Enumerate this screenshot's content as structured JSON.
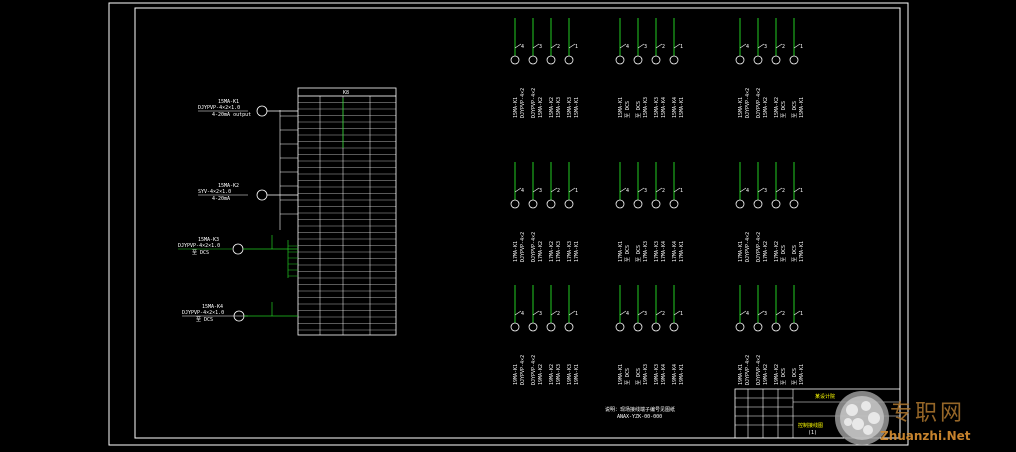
{
  "left_diagram": {
    "cabinet_label": "K8",
    "cables": [
      {
        "tag": "15MA-K1",
        "spec": "DJYPVP-4×2×1.0",
        "sub": "4-20mA output"
      },
      {
        "tag": "15MA-K2",
        "spec": "SYV-4×2×1.0",
        "sub": "4-20mA"
      },
      {
        "tag": "15MA-K3",
        "spec": "DJYPVP-4×2×1.0",
        "sub": "至 DCS"
      },
      {
        "tag": "15MA-K4",
        "spec": "DJYPVP-4×2×1.0",
        "sub": "至 DCS"
      }
    ]
  },
  "loop_groups": [
    {
      "labels": [
        "15MA-K1",
        "DJYPVP-4×2",
        "15MA-K2",
        "15MA-K3"
      ]
    },
    {
      "labels": [
        "15MA-K1",
        "至 DCS",
        "15MA-K3",
        "15MA-K4"
      ]
    },
    {
      "labels": [
        "15MA-K1",
        "DJYPVP-4×2",
        "15MA-K2",
        "至 DCS"
      ]
    },
    {
      "labels": [
        "17MA-K1",
        "DJYPVP-4×2",
        "17MA-K2",
        "17MA-K3"
      ]
    },
    {
      "labels": [
        "17MA-K1",
        "至 DCS",
        "17MA-K3",
        "17MA-K4"
      ]
    },
    {
      "labels": [
        "17MA-K1",
        "DJYPVP-4×2",
        "17MA-K2",
        "至 DCS"
      ]
    },
    {
      "labels": [
        "19MA-K1",
        "DJYPVP-4×2",
        "19MA-K2",
        "19MA-K3"
      ]
    },
    {
      "labels": [
        "19MA-K1",
        "至 DCS",
        "19MA-K3",
        "19MA-K4"
      ]
    },
    {
      "labels": [
        "19MA-K1",
        "DJYPVP-4×2",
        "19MA-K2",
        "至 DCS"
      ]
    }
  ],
  "notes": {
    "line1": "说明：现场接线端子编号见图纸",
    "line2": "ANAX-YZK-00-000"
  },
  "title_block": {
    "company": "某设计院",
    "drawing_name": "控制接线图",
    "sheet": "(1)"
  },
  "watermark": {
    "cn": "专职网",
    "en": "Zhuanzhi.Net"
  },
  "colors": {
    "background": "#000000",
    "frame": "#ffffff",
    "wire": "#22cc22",
    "text": "#ffffff",
    "watermark": "#b07830"
  }
}
